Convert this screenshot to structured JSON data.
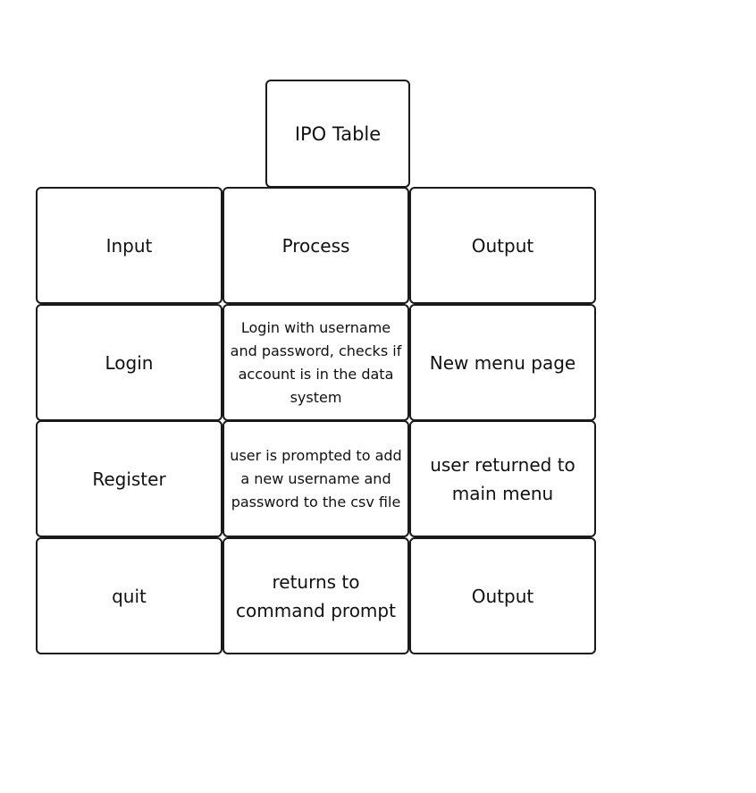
{
  "title": "IPO Table",
  "header": {
    "input": "Input",
    "process": "Process",
    "output": "Output"
  },
  "rows": [
    {
      "input": "Login",
      "process": "Login with username and password, checks if account is in the data system",
      "output": "New menu page"
    },
    {
      "input": "Register",
      "process": "user is prompted to add a new username and password to the csv file",
      "output": "user returned to main menu"
    },
    {
      "input": "quit",
      "process": "returns to command prompt",
      "output": "Output"
    }
  ]
}
